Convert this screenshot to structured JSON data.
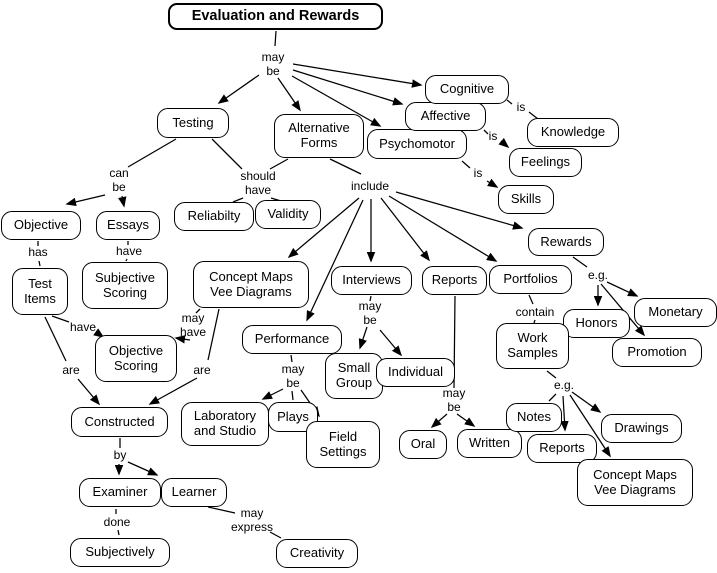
{
  "colors": {
    "background": "#ffffff",
    "node_fill": "#ffffff",
    "node_border": "#000000",
    "line": "#000000",
    "text": "#000000"
  },
  "nodes": {
    "title": "Evaluation and Rewards",
    "testing": "Testing",
    "alt_forms": "Alternative\nForms",
    "psychomotor": "Psychomotor",
    "affective": "Affective",
    "cognitive": "Cognitive",
    "knowledge": "Knowledge",
    "feelings": "Feelings",
    "skills": "Skills",
    "objective": "Objective",
    "essays": "Essays",
    "reliabilty": "Reliabilty",
    "validity": "Validity",
    "test_items": "Test\nItems",
    "subjective_scoring": "Subjective\nScoring",
    "concept_maps_1": "Concept Maps\nVee Diagrams",
    "interviews": "Interviews",
    "reports_1": "Reports",
    "portfolios": "Portfolios",
    "rewards": "Rewards",
    "honors": "Honors",
    "monetary": "Monetary",
    "promotion": "Promotion",
    "work_samples": "Work\nSamples",
    "objective_scoring": "Objective\nScoring",
    "performance": "Performance",
    "small_group": "Small\nGroup",
    "individual": "Individual",
    "constructed": "Constructed",
    "laboratory_studio": "Laboratory\nand Studio",
    "plays": "Plays",
    "field_settings": "Field\nSettings",
    "oral": "Oral",
    "written": "Written",
    "notes": "Notes",
    "drawings": "Drawings",
    "reports_2": "Reports",
    "concept_maps_2": "Concept Maps\nVee Diagrams",
    "examiner": "Examiner",
    "learner": "Learner",
    "subjectively": "Subjectively",
    "creativity": "Creativity"
  },
  "labels": {
    "may_be_1": "may\nbe",
    "can_be": "can\nbe",
    "should_have": "should\nhave",
    "include": "include",
    "is_1": "is",
    "is_2": "is",
    "is_3": "is",
    "has": "has",
    "have_1": "have",
    "have_2": "have",
    "may_have": "may\nhave",
    "are_1": "are",
    "are_2": "are",
    "may_be_2": "may\nbe",
    "may_be_3": "may\nbe",
    "may_be_4": "may\nbe",
    "contain": "contain",
    "eg_1": "e.g.",
    "eg_2": "e.g.",
    "by": "by",
    "done": "done",
    "may_express": "may\nexpress"
  }
}
